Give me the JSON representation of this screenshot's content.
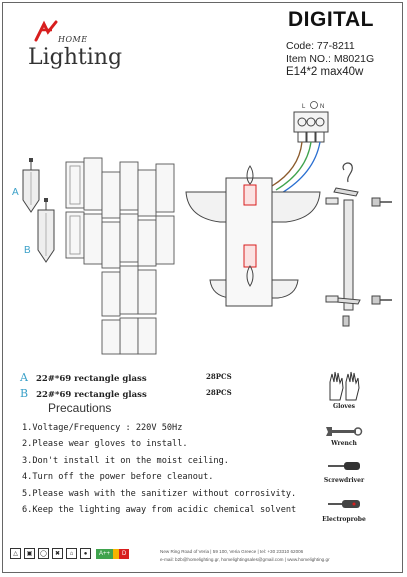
{
  "logo": {
    "home": "HOME",
    "lighting": "Lighting"
  },
  "header": {
    "brand": "DIGITAL",
    "code": "Code: 77-8211",
    "item_no": "Item NO.:  M8021G",
    "lamp": "E14*2 max40w"
  },
  "diagram": {
    "label_a": "A",
    "label_b": "B",
    "terminal_l": "L",
    "terminal_n": "N"
  },
  "glass": [
    {
      "letter": "A",
      "text": "22#*69 rectangle glass",
      "qty": "28PCS"
    },
    {
      "letter": "B",
      "text": "22#*69 rectangle glass",
      "qty": "28PCS"
    }
  ],
  "precautions": {
    "title": "Precautions",
    "items": [
      "1.Voltage/Frequency : 220V 50Hz",
      "2.Please wear gloves to install.",
      "3.Don't install it on the moist ceiling.",
      "4.Turn off the power before cleanout.",
      "5.Please wash with the sanitizer without corrosivity.",
      "6.Keep the lighting away from acidic chemical solvent"
    ]
  },
  "tools": {
    "gloves": "Gloves",
    "wrench": "Wrench",
    "screwdriver": "Screwdriver",
    "electroprobe": "Electroprobe"
  },
  "footer": {
    "address": "New Ring Road of Veria | 59 100, Veria Greece | tel: +30 23310 62006",
    "email": "e-mail: b2b@homelighting.gr, homelightingsales@gmail.com | www.homelighting.gr"
  },
  "certifications": {
    "energy_class": "A++",
    "energy_scale_end": "D"
  },
  "colors": {
    "accent_red": "#d81e1e",
    "letter_blue": "#3aa0c8",
    "wire_brown": "#8b5a2b",
    "wire_blue": "#2a6fd1",
    "wire_green": "#3fa34d"
  }
}
